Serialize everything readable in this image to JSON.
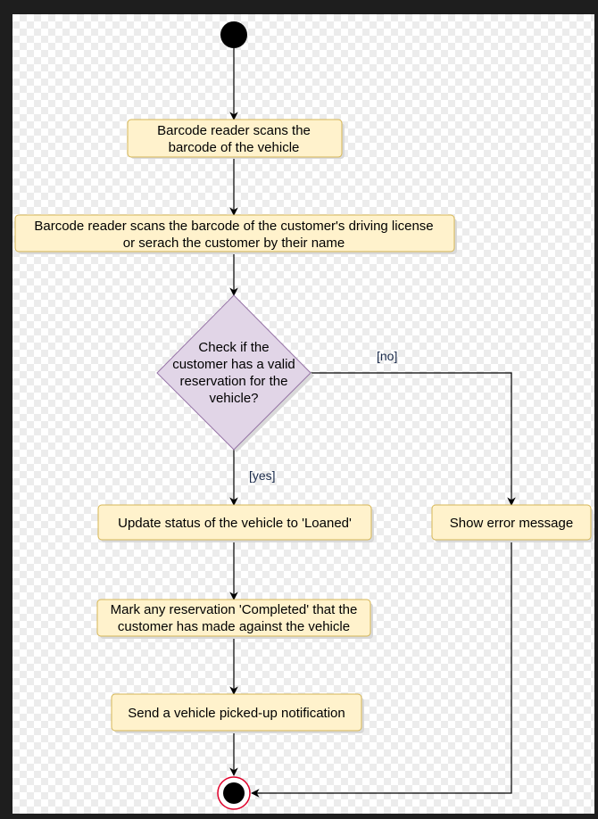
{
  "diagram": {
    "type": "uml-activity",
    "colors": {
      "action_fill": "#fff2cc",
      "action_stroke": "#d6b656",
      "decision_fill": "#e1d5e7",
      "decision_stroke": "#9673a6",
      "final_ring": "#e0002a",
      "edge": "#000000"
    },
    "nodes": {
      "start": {},
      "scan_vehicle": {
        "lines": [
          "Barcode reader scans the",
          "barcode of the vehicle"
        ]
      },
      "scan_license": {
        "lines": [
          "Barcode reader scans the barcode of the customer's driving license",
          "or serach the customer by their name"
        ]
      },
      "decision": {
        "lines": [
          "Check if the",
          "customer has a valid",
          "reservation for the",
          "vehicle?"
        ]
      },
      "update_status": {
        "lines": [
          "Update status of the vehicle to 'Loaned'"
        ]
      },
      "error": {
        "lines": [
          "Show error message"
        ]
      },
      "mark_completed": {
        "lines": [
          "Mark any reservation 'Completed' that the",
          "customer has made against the vehicle"
        ]
      },
      "notify": {
        "lines": [
          "Send a vehicle picked-up notification"
        ]
      },
      "end": {}
    },
    "guards": {
      "no": "[no]",
      "yes": "[yes]"
    }
  }
}
